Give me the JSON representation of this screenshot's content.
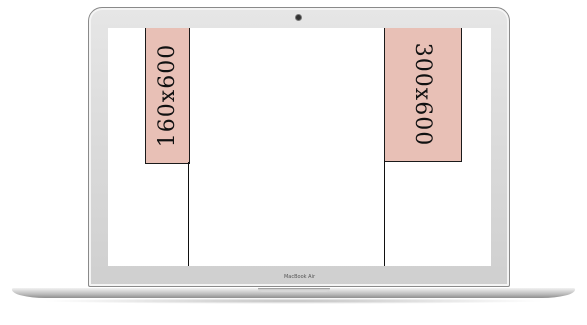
{
  "device": {
    "brand_label": "MacBook Air"
  },
  "ads": {
    "left": {
      "label": "160x600"
    },
    "right": {
      "label": "300x600"
    }
  }
}
